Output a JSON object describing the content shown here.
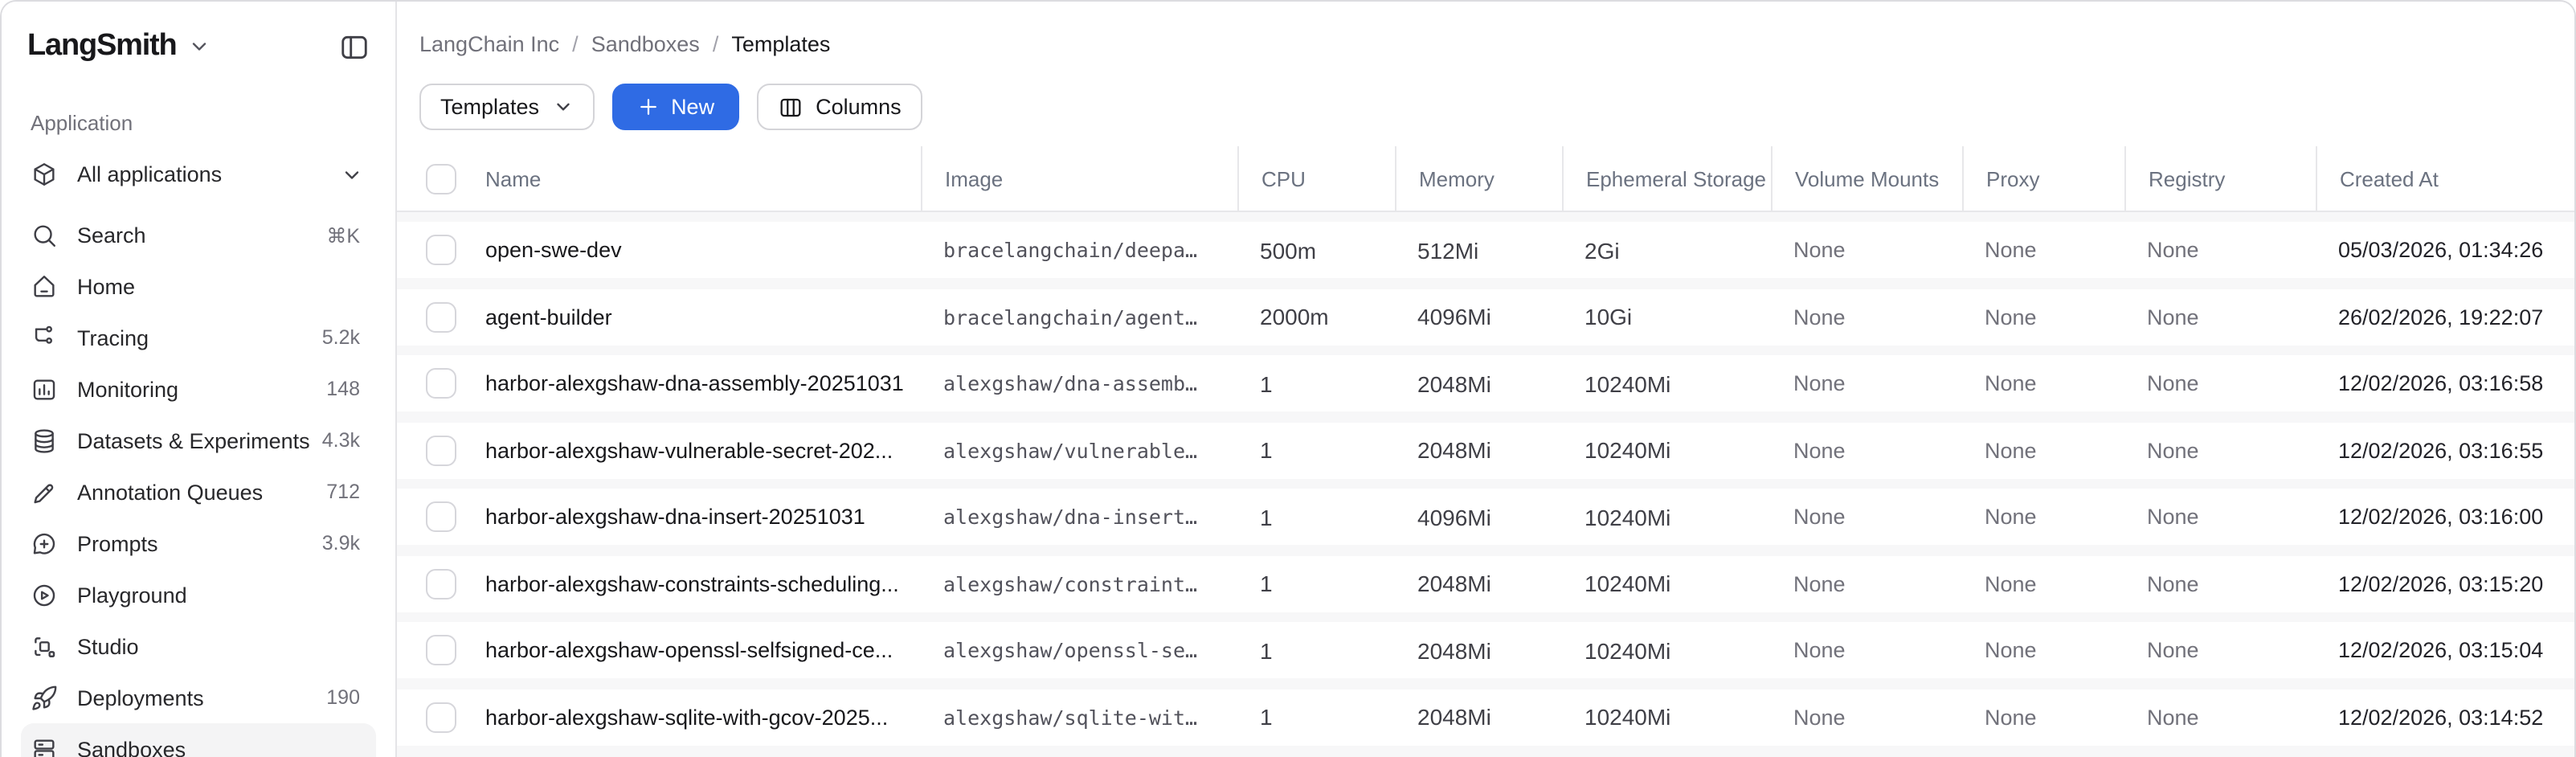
{
  "app": {
    "brand": "LangSmith"
  },
  "sidebar": {
    "section_label": "Application",
    "workspace": {
      "label": "All applications",
      "icon": "cube"
    },
    "items": [
      {
        "label": "Search",
        "icon": "search",
        "badge": "⌘K",
        "selected": false
      },
      {
        "label": "Home",
        "icon": "home",
        "badge": "",
        "selected": false
      },
      {
        "label": "Tracing",
        "icon": "tracing",
        "badge": "5.2k",
        "selected": false
      },
      {
        "label": "Monitoring",
        "icon": "monitoring",
        "badge": "148",
        "selected": false
      },
      {
        "label": "Datasets & Experiments",
        "icon": "datasets",
        "badge": "4.3k",
        "selected": false
      },
      {
        "label": "Annotation Queues",
        "icon": "annotation",
        "badge": "712",
        "selected": false
      },
      {
        "label": "Prompts",
        "icon": "prompts",
        "badge": "3.9k",
        "selected": false
      },
      {
        "label": "Playground",
        "icon": "playground",
        "badge": "",
        "selected": false
      },
      {
        "label": "Studio",
        "icon": "studio",
        "badge": "",
        "selected": false
      },
      {
        "label": "Deployments",
        "icon": "deployments",
        "badge": "190",
        "selected": false
      },
      {
        "label": "Sandboxes",
        "icon": "sandboxes",
        "badge": "",
        "selected": true
      }
    ]
  },
  "breadcrumb": [
    "LangChain Inc",
    "Sandboxes",
    "Templates"
  ],
  "toolbar": {
    "view_dropdown_label": "Templates",
    "new_button_label": "New",
    "columns_button_label": "Columns"
  },
  "table": {
    "columns": [
      "Name",
      "Image",
      "CPU",
      "Memory",
      "Ephemeral Storage",
      "Volume Mounts",
      "Proxy",
      "Registry",
      "Created At"
    ],
    "rows": [
      {
        "name": "open-swe-dev",
        "image": "bracelangchain/deepa…",
        "cpu": "500m",
        "memory": "512Mi",
        "ephemeral_storage": "2Gi",
        "volume_mounts": "None",
        "proxy": "None",
        "registry": "None",
        "created_at": "05/03/2026, 01:34:26"
      },
      {
        "name": "agent-builder",
        "image": "bracelangchain/agent…",
        "cpu": "2000m",
        "memory": "4096Mi",
        "ephemeral_storage": "10Gi",
        "volume_mounts": "None",
        "proxy": "None",
        "registry": "None",
        "created_at": "26/02/2026, 19:22:07"
      },
      {
        "name": "harbor-alexgshaw-dna-assembly-20251031",
        "image": "alexgshaw/dna-assemb…",
        "cpu": "1",
        "memory": "2048Mi",
        "ephemeral_storage": "10240Mi",
        "volume_mounts": "None",
        "proxy": "None",
        "registry": "None",
        "created_at": "12/02/2026, 03:16:58"
      },
      {
        "name": "harbor-alexgshaw-vulnerable-secret-202...",
        "image": "alexgshaw/vulnerable…",
        "cpu": "1",
        "memory": "2048Mi",
        "ephemeral_storage": "10240Mi",
        "volume_mounts": "None",
        "proxy": "None",
        "registry": "None",
        "created_at": "12/02/2026, 03:16:55"
      },
      {
        "name": "harbor-alexgshaw-dna-insert-20251031",
        "image": "alexgshaw/dna-insert…",
        "cpu": "1",
        "memory": "4096Mi",
        "ephemeral_storage": "10240Mi",
        "volume_mounts": "None",
        "proxy": "None",
        "registry": "None",
        "created_at": "12/02/2026, 03:16:00"
      },
      {
        "name": "harbor-alexgshaw-constraints-scheduling...",
        "image": "alexgshaw/constraint…",
        "cpu": "1",
        "memory": "2048Mi",
        "ephemeral_storage": "10240Mi",
        "volume_mounts": "None",
        "proxy": "None",
        "registry": "None",
        "created_at": "12/02/2026, 03:15:20"
      },
      {
        "name": "harbor-alexgshaw-openssl-selfsigned-ce...",
        "image": "alexgshaw/openssl-se…",
        "cpu": "1",
        "memory": "2048Mi",
        "ephemeral_storage": "10240Mi",
        "volume_mounts": "None",
        "proxy": "None",
        "registry": "None",
        "created_at": "12/02/2026, 03:15:04"
      },
      {
        "name": "harbor-alexgshaw-sqlite-with-gcov-2025...",
        "image": "alexgshaw/sqlite-wit…",
        "cpu": "1",
        "memory": "2048Mi",
        "ephemeral_storage": "10240Mi",
        "volume_mounts": "None",
        "proxy": "None",
        "registry": "None",
        "created_at": "12/02/2026, 03:14:52"
      }
    ]
  },
  "colors": {
    "accent": "#2f6be4",
    "border": "#e4e4e7",
    "selected_bg": "#f4f4f5",
    "text": "#18181b",
    "text_dim": "#71717a"
  }
}
